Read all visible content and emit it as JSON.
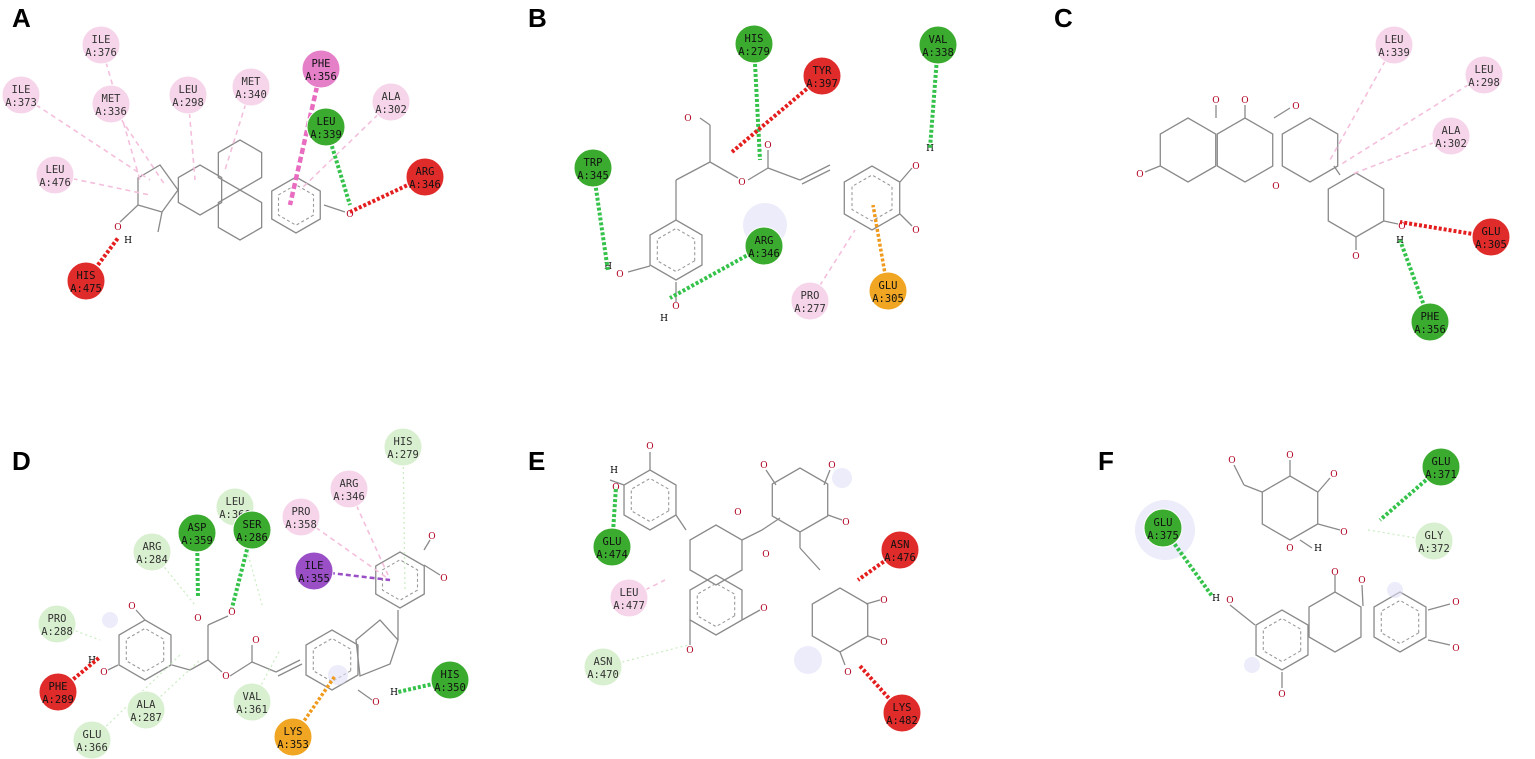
{
  "figure": {
    "panels": [
      {
        "id": "A",
        "label": "A",
        "residues": [
          {
            "name": "ILE",
            "id": "A:376",
            "type": "alkyl"
          },
          {
            "name": "ILE",
            "id": "A:373",
            "type": "alkyl"
          },
          {
            "name": "MET",
            "id": "A:336",
            "type": "alkyl"
          },
          {
            "name": "LEU",
            "id": "A:298",
            "type": "alkyl"
          },
          {
            "name": "MET",
            "id": "A:340",
            "type": "alkyl"
          },
          {
            "name": "PHE",
            "id": "A:356",
            "type": "pi"
          },
          {
            "name": "ALA",
            "id": "A:302",
            "type": "alkyl"
          },
          {
            "name": "LEU",
            "id": "A:339",
            "type": "hbond"
          },
          {
            "name": "ARG",
            "id": "A:346",
            "type": "unfavorable"
          },
          {
            "name": "LEU",
            "id": "A:476",
            "type": "alkyl"
          },
          {
            "name": "HIS",
            "id": "A:475",
            "type": "unfavorable"
          }
        ]
      },
      {
        "id": "B",
        "label": "B",
        "residues": [
          {
            "name": "HIS",
            "id": "A:279",
            "type": "hbond"
          },
          {
            "name": "TYR",
            "id": "A:397",
            "type": "unfavorable"
          },
          {
            "name": "VAL",
            "id": "A:338",
            "type": "hbond"
          },
          {
            "name": "TRP",
            "id": "A:345",
            "type": "hbond"
          },
          {
            "name": "ARG",
            "id": "A:346",
            "type": "hbond"
          },
          {
            "name": "PRO",
            "id": "A:277",
            "type": "alkyl"
          },
          {
            "name": "GLU",
            "id": "A:305",
            "type": "electrostatic"
          }
        ]
      },
      {
        "id": "C",
        "label": "C",
        "residues": [
          {
            "name": "LEU",
            "id": "A:339",
            "type": "alkyl"
          },
          {
            "name": "LEU",
            "id": "A:298",
            "type": "alkyl"
          },
          {
            "name": "ALA",
            "id": "A:302",
            "type": "alkyl"
          },
          {
            "name": "GLU",
            "id": "A:305",
            "type": "unfavorable"
          },
          {
            "name": "PHE",
            "id": "A:356",
            "type": "hbond"
          }
        ]
      },
      {
        "id": "D",
        "label": "D",
        "residues": [
          {
            "name": "HIS",
            "id": "A:279",
            "type": "vdw"
          },
          {
            "name": "ARG",
            "id": "A:346",
            "type": "alkyl"
          },
          {
            "name": "PRO",
            "id": "A:358",
            "type": "alkyl"
          },
          {
            "name": "LEU",
            "id": "A:360",
            "type": "vdw"
          },
          {
            "name": "ASP",
            "id": "A:359",
            "type": "hbond"
          },
          {
            "name": "SER",
            "id": "A:286",
            "type": "hbond"
          },
          {
            "name": "ARG",
            "id": "A:284",
            "type": "vdw"
          },
          {
            "name": "ILE",
            "id": "A:355",
            "type": "pisigma"
          },
          {
            "name": "PRO",
            "id": "A:288",
            "type": "vdw"
          },
          {
            "name": "PHE",
            "id": "A:289",
            "type": "unfavorable"
          },
          {
            "name": "ALA",
            "id": "A:287",
            "type": "vdw"
          },
          {
            "name": "VAL",
            "id": "A:361",
            "type": "vdw"
          },
          {
            "name": "GLU",
            "id": "A:366",
            "type": "vdw"
          },
          {
            "name": "LYS",
            "id": "A:353",
            "type": "electrostatic"
          },
          {
            "name": "HIS",
            "id": "A:350",
            "type": "hbond"
          }
        ]
      },
      {
        "id": "E",
        "label": "E",
        "residues": [
          {
            "name": "GLU",
            "id": "A:474",
            "type": "hbond"
          },
          {
            "name": "LEU",
            "id": "A:477",
            "type": "alkyl"
          },
          {
            "name": "ASN",
            "id": "A:470",
            "type": "vdw"
          },
          {
            "name": "ASN",
            "id": "A:476",
            "type": "unfavorable"
          },
          {
            "name": "LYS",
            "id": "A:482",
            "type": "unfavorable"
          }
        ]
      },
      {
        "id": "F",
        "label": "F",
        "residues": [
          {
            "name": "GLU",
            "id": "A:371",
            "type": "hbond"
          },
          {
            "name": "GLY",
            "id": "A:372",
            "type": "vdw"
          },
          {
            "name": "GLU",
            "id": "A:375",
            "type": "hbond"
          }
        ]
      }
    ]
  },
  "colors": {
    "hbond": "#3aab2e",
    "unfavorable": "#e02b2b",
    "alkyl": "#f6d5ea",
    "pi": "#e47fc8",
    "electrostatic": "#f0a622",
    "pisigma": "#9b4fc7",
    "vdw": "#d8f0cf",
    "hbond_line": "#34c24a",
    "unfav_line": "#e41e1e",
    "alkyl_line": "#f4bfdc",
    "pi_line": "#e86cc0",
    "electro_line": "#ef9a1c",
    "pisigma_line": "#9b4fc7",
    "vdw_line": "#c9ecc0",
    "bond": "#8a8a8a",
    "atom_o": "#b00020"
  }
}
